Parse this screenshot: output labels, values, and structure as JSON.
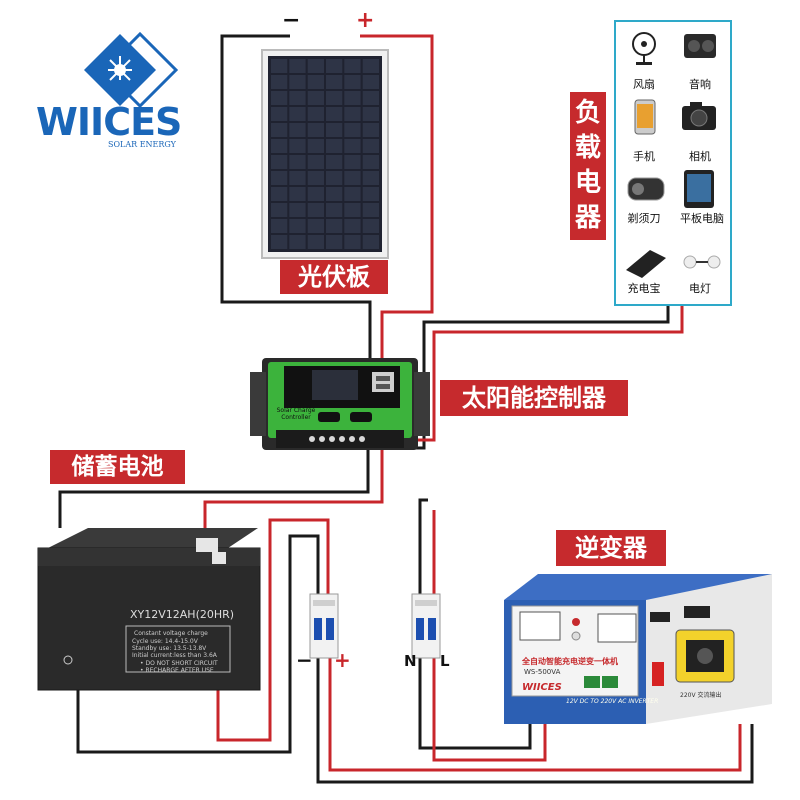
{
  "logo": {
    "name": "WIICES",
    "tagline": "SOLAR ENERGY"
  },
  "labels": {
    "solar_panel": "光伏板",
    "controller": "太阳能控制器",
    "battery": "储蓄电池",
    "inverter": "逆变器",
    "load": [
      "负",
      "载",
      "电",
      "器"
    ]
  },
  "panel_terminals": {
    "negative": "−",
    "positive": "+"
  },
  "breaker_left": {
    "negative": "−",
    "positive": "+"
  },
  "breaker_right": {
    "neutral": "N",
    "live": "L"
  },
  "loads": [
    {
      "label": "风扇",
      "icon": "fan-icon"
    },
    {
      "label": "音响",
      "icon": "speaker-icon"
    },
    {
      "label": "手机",
      "icon": "phone-icon"
    },
    {
      "label": "相机",
      "icon": "camera-icon"
    },
    {
      "label": "剃须刀",
      "icon": "shaver-icon"
    },
    {
      "label": "平板电脑",
      "icon": "tablet-icon"
    },
    {
      "label": "充电宝",
      "icon": "powerbank-icon"
    },
    {
      "label": "电灯",
      "icon": "lightbulb-icon"
    }
  ],
  "controller_device": {
    "caption_line1": "Solar Charge",
    "caption_line2": "Controller"
  },
  "battery_device": {
    "model": "XY12V12AH(20HR)",
    "line1": "Constant voltage charge",
    "line2": "Cycle use:      14.4-15.0V",
    "line3": "Standby use:    13.5-13.8V",
    "line4": "Initial current:less than 3.6A",
    "line5": "• DO NOT SHORT CIRCUIT",
    "line6": "• RECHARGE AFTER USE"
  },
  "inverter_device": {
    "brand": "WIICES",
    "title": "全自动智能充电逆变一体机",
    "model": "WS-500VA",
    "spec": "12V DC TO 220V AC INVERTER",
    "output": "220V 交流输出"
  },
  "colors": {
    "label_bg": "#c62a2d",
    "wire_red": "#c8262b",
    "wire_black": "#1a1a1a",
    "load_border": "#2ea9c9",
    "logo_blue": "#1a66b8",
    "controller_green": "#3cb33c",
    "inverter_blue": "#2c5fb3"
  }
}
